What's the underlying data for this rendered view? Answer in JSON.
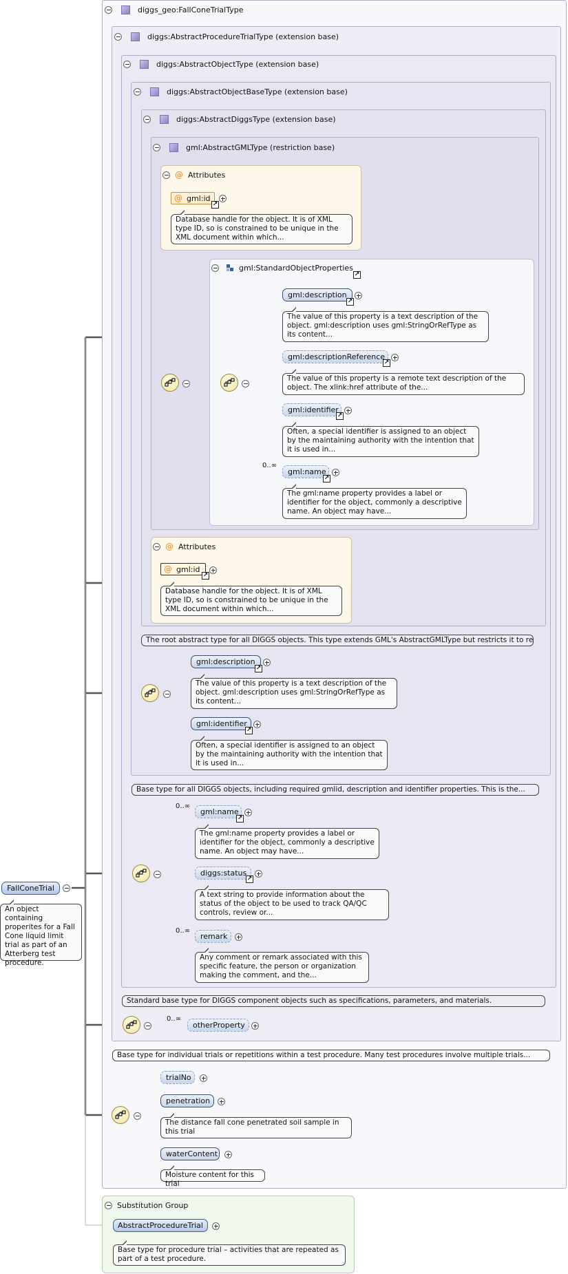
{
  "root": {
    "name": "FallConeTrial",
    "doc": "An object containing properites for a Fall Cone liquid limit trial as part of an Atterberg test procedure."
  },
  "complex_type": {
    "title": "diggs_geo:FallConeTrialType"
  },
  "levels": {
    "abstract_procedure_trial": "diggs:AbstractProcedureTrialType (extension base)",
    "abstract_object": "diggs:AbstractObjectType (extension base)",
    "abstract_object_base": "diggs:AbstractObjectBaseType (extension base)",
    "abstract_diggs": "diggs:AbstractDiggsType (extension base)",
    "abstract_gml": "gml:AbstractGMLType (restriction base)"
  },
  "gml_attributes": {
    "title": "Attributes",
    "attr": "gml:id",
    "doc": "Database handle for the object. It is of XML type ID, so is constrained to be unique in the XML document within which..."
  },
  "standard_object_properties": {
    "title": "gml:StandardObjectProperties",
    "elements": [
      {
        "name": "gml:description",
        "doc": "The value of this property is a text description of the object. gml:description uses gml:StringOrRefType as its content..."
      },
      {
        "name": "gml:descriptionReference",
        "doc": "The value of this property is a remote text description of the object. The xlink:href attribute of the..."
      },
      {
        "name": "gml:identifier",
        "doc": "Often, a special identifier is assigned to an object by the maintaining authority with the intention that it is used in..."
      },
      {
        "name": "gml:name",
        "occurs": "0..∞",
        "doc": "The gml:name property provides a label or identifier for the object, commonly a descriptive name. An object may have..."
      }
    ]
  },
  "diggs_attributes": {
    "title": "Attributes",
    "attr": "gml:id",
    "doc": "Database handle for the object. It is of XML type ID, so is constrained to be unique in the XML document within which..."
  },
  "diggs_doc": "The root abstract type for all DIGGS objects. This type extends GML's AbstractGMLType but restricts it to require a...",
  "object_base_seq": [
    {
      "name": "gml:description",
      "doc": "The value of this property is a text description of the object. gml:description uses gml:StringOrRefType as its content..."
    },
    {
      "name": "gml:identifier",
      "doc": "Often, a special identifier is assigned to an object by the maintaining authority with the intention that it is used in..."
    }
  ],
  "object_base_doc": "Base type for all DIGGS objects, including required gmlid, description and identifier properties. This is the...",
  "object_seq": [
    {
      "name": "gml:name",
      "occurs": "0..∞",
      "doc": "The gml:name property provides a label or identifier for the object, commonly a descriptive name. An object may have..."
    },
    {
      "name": "diggs:status",
      "doc": "A text string to provide information about the status of the object to be used to track QA/QC controls, review or..."
    },
    {
      "name": "remark",
      "occurs": "0..∞",
      "doc": "Any comment or remark associated with this specific feature, the person or organization making the comment, and the..."
    }
  ],
  "object_doc": "Standard base type for DIGGS component objects such as specifications, parameters, and materials.",
  "procedure_trial_seq": [
    {
      "name": "otherProperty",
      "occurs": "0..∞"
    }
  ],
  "procedure_trial_doc": "Base type for individual trials or repetitions within a test procedure. Many test procedures involve multiple trials...",
  "fallcone_seq": [
    {
      "name": "trialNo"
    },
    {
      "name": "penetration",
      "doc": "The distance fall cone penetrated soil sample in this trial"
    },
    {
      "name": "waterContent",
      "doc": "Moisture content for this trial"
    }
  ],
  "substitution_group": {
    "title": "Substitution Group",
    "element": "AbstractProcedureTrial",
    "doc": "Base type for procedure trial – activities that are repeated as part of a test procedure."
  }
}
